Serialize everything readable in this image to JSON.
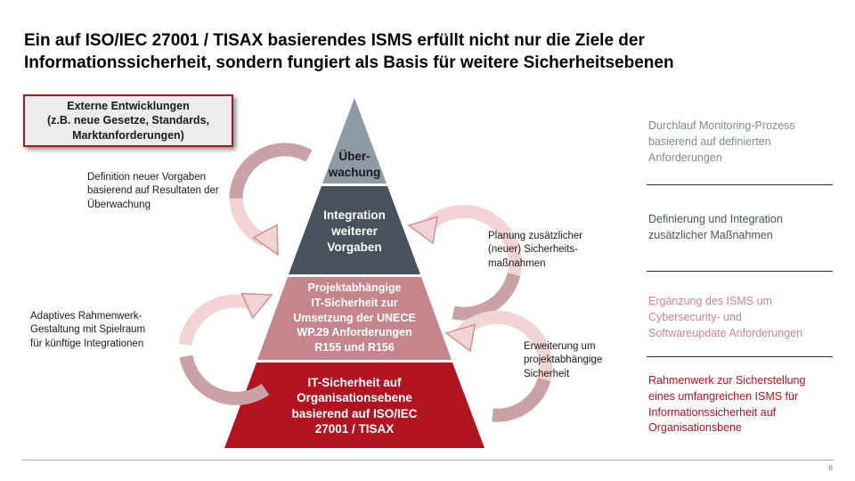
{
  "slide": {
    "title_line1": "Ein auf ISO/IEC 27001 / TISAX basierendes ISMS erfüllt nicht nur die Ziele der",
    "title_line2": "Informationssicherheit, sondern fungiert als Basis für weitere Sicherheitsebenen",
    "page_number": "6"
  },
  "external_box": {
    "text": "Externe Entwicklungen\n(z.B. neue Gesetze, Standards,\nMarktanforderungen)",
    "border_color": "#a11a22",
    "background": "#ececec"
  },
  "pyramid": {
    "levels": [
      {
        "label": "Über-\nwachung",
        "color": "#8e9aa5",
        "text_color": "#1a1a1a"
      },
      {
        "label": "Integration\nweiterer\nVorgaben",
        "color": "#47525c",
        "text_color": "#ffffff"
      },
      {
        "label": "Projektabhängige\nIT-Sicherheit zur\nUmsetzung der UNECE\nWP.29 Anforderungen\nR155 und R156",
        "color": "#c5858c",
        "text_color": "#ffffff"
      },
      {
        "label": "IT-Sicherheit auf\nOrganisationsebene\nbasierend auf ISO/IEC\n27001 / TISAX",
        "color": "#b11320",
        "text_color": "#ffffff"
      }
    ]
  },
  "annotations": {
    "left": [
      {
        "text": "Definition neuer Vorgaben\nbasierend auf Resultaten der\nÜberwachung"
      },
      {
        "text": "Adaptives Rahmenwerk-\nGestaltung mit Spielraum\nfür künftige Integrationen"
      }
    ],
    "right": [
      {
        "text": "Planung zusätzlicher\n(neuer) Sicherheits-\nmaßnahmen"
      },
      {
        "text": "Erweiterung um\nprojektabhängige\nSicherheit"
      }
    ]
  },
  "right_column": {
    "items": [
      {
        "text": "Durchlauf Monitoring-Prozess\nbasierend auf definierten\nAnforderungen",
        "color": "#7d8993"
      },
      {
        "text": "Definierung und Integration\nzusätzlicher Maßnahmen",
        "color": "#4a545e"
      },
      {
        "text": "Ergänzung des ISMS um\nCybersecurity- und\nSoftwareupdate Anforderungen",
        "color": "#c9868d"
      },
      {
        "text": "Rahmenwerk zur Sicherstellung\neines umfangreichen ISMS für\nInformationssicherheit auf\nOrganisationsbene",
        "color": "#b5121f"
      }
    ]
  },
  "arrows": {
    "light_color": "#f2d4d6",
    "dark_color": "#c9a1a6",
    "outline_color": "#cf9098"
  }
}
